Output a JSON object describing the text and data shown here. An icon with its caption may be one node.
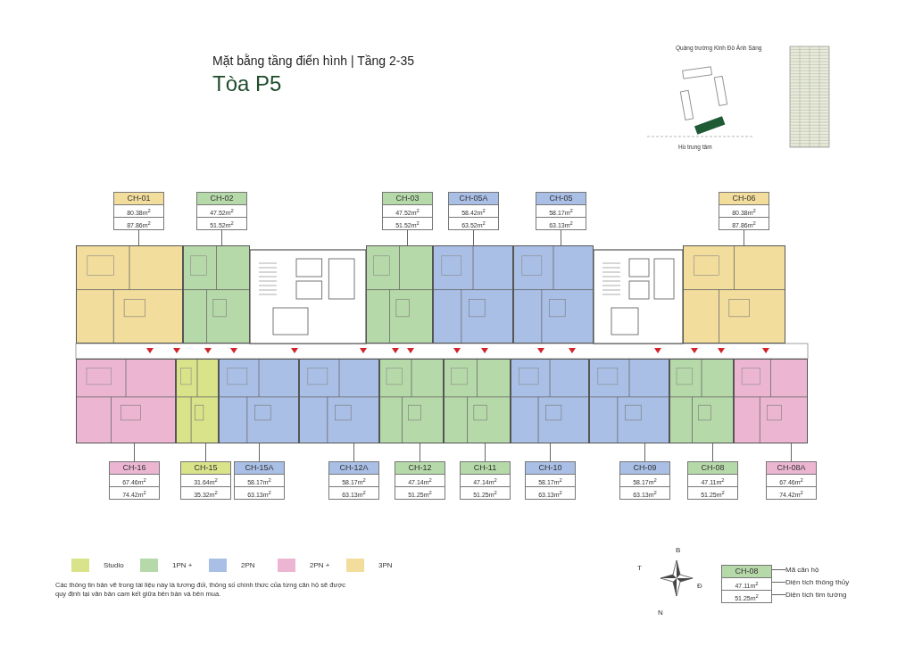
{
  "diagram": {
    "title": "Mặt bằng tầng điển hình | Tầng 2-35",
    "nodes": [
      {
        "text": [
          "CH-01",
          "80.38m$^{2}$",
          "87.86m$^{2}$"
        ]
      },
      {
        "text": [
          "CH-02",
          "47.52m$^{2}$",
          "51.52m$^{2}$"
        ]
      },
      {
        "text": [
          "CH-03",
          "47.52m$^{2}$",
          "51.52m$^{2}$"
        ]
      },
      {
        "text": [
          "CH-05A",
          "58.42m$^{2}$",
          "63.52m$^{2}$"
        ]
      },
      {
        "text": [
          "CH-05",
          "58.17m$^{2}$",
          "63.13m$^{2}$"
        ]
      },
      {
        "text": [
          "CH-06",
          "80.38m$^{2}$",
          "87.86m$^{2}$"
        ]
      },
      {
        "text": [],
        "shape": "box"
      },
      {
        "text": [],
        "shape": "box"
      },
      {
        "text": [],
        "shape": "box"
      },
      {
        "text": [],
        "shape": "box"
      },
      {
        "text": [],
        "shape": "box"
      },
      {
        "text": [],
        "shape": "box"
      },
      {
        "text": [],
        "shape": "box"
      },
      {
        "text": [],
        "shape": "box"
      },
      {
        "text": [],
        "shape": "box"
      },
      {
        "text": [],
        "shape": "box"
      },
      {
        "text": [],
        "shape": "box"
      },
      {
        "text": [],
        "shape": "box"
      },
      {
        "text": [],
        "shape": "box"
      },
      {
        "text": [],
        "shape": "box"
      },
      {
        "text": [],
        "shape": "box"
      },
      {
        "text": [],
        "shape": "box"
      },
      {
        "text": [
          "CH-16",
          "67.46m$^{2}$",
          "74.42m$^{2}$"
        ]
      },
      {
        "text": [
          "CH-15",
          "31.64m$^{2}$",
          "35.32m$^{2}$"
        ]
      },
      {
        "text": [
          "CH-15A",
          "58.17m$^{2}$",
          "63.13m$^{2}$"
        ]
      },
      {
        "text": [
          "CH-12A",
          "58.17m$^{2}$",
          "63.13m$^{2}$"
        ]
      },
      {
        "text": [
          "CH-12",
          "47.14m$^{2}$",
          "51.25m$^{2}$"
        ]
      },
      {
        "text": [
          "CH-11",
          "47.14m$^{2}$",
          "51.25m$^{2}$"
        ]
      },
      {
        "text": [
          "CH-10",
          "58.17m$^{2}$",
          "63.13m$^{2}$"
        ]
      },
      {
        "text": [
          "CH-09",
          "58.17m$^{2}$",
          "63.13m$^{2}$"
        ]
      },
      {
        "text": [
          "CH-08",
          "47.11m$^{2}$",
          "51.25m$^{2}$"
        ]
      },
      {
        "text": [
          "CH-08A",
          "67.46m$^{2}$",
          "74.42m$^{2}$"
        ]
      },
      {
        "text": [
          "CH-08",
          "47.11m$^{2}$",
          "51.25m$^{2}$"
        ]
      },
      {
        "text": [
          "Mã căn hộ"
        ]
      },
      {
        "text": [
          "Diện tích thông thủy"
        ]
      },
      {
        "text": [
          "Diện tích tim tường"
        ]
      }
    ],
    "edges": [
      {
        "from": 0,
        "to": 6,
        "arrow": "none"
      },
      {
        "from": 1,
        "to": 7,
        "arrow": "none"
      },
      {
        "from": 2,
        "to": 8,
        "arrow": "none"
      },
      {
        "from": 3,
        "to": 9,
        "arrow": "none"
      },
      {
        "from": 4,
        "to": 10,
        "arrow": "none"
      },
      {
        "from": 5,
        "to": 11,
        "arrow": "none"
      },
      {
        "from": 22,
        "to": 12,
        "arrow": "none"
      },
      {
        "from": 23,
        "to": 13,
        "arrow": "none"
      },
      {
        "from": 24,
        "to": 14,
        "arrow": "none"
      },
      {
        "from": 25,
        "to": 15,
        "arrow": "none"
      },
      {
        "from": 26,
        "to": 16,
        "arrow": "none"
      },
      {
        "from": 27,
        "to": 17,
        "arrow": "none"
      },
      {
        "from": 28,
        "to": 18,
        "arrow": "none"
      },
      {
        "from": 29,
        "to": 19,
        "arrow": "none"
      },
      {
        "from": 30,
        "to": 20,
        "arrow": "none"
      },
      {
        "from": 31,
        "to": 21,
        "arrow": "none"
      },
      {
        "from": 32,
        "to": 33,
        "arrow": "none"
      },
      {
        "from": 32,
        "to": 34,
        "arrow": "none"
      },
      {
        "from": 32,
        "to": 35,
        "arrow": "none"
      }
    ],
    "labels": [
      "Tòa P5",
      "Quảng trường Kinh Đô Ánh Sáng",
      "Hồ trung tâm",
      "B",
      "T",
      "Đ",
      "N",
      "Các thông tin bản vẽ trong tài liệu này là tương đối, thông số chính thức của từng căn hộ sẽ được quy định tại văn bản cam kết giữa bên bán và bên mua."
    ],
    "legend": [
      {
        "text": "Studio",
        "color": "#d9e38a"
      },
      {
        "text": "1PN +",
        "color": "#b6d9a9"
      },
      {
        "text": "2PN",
        "color": "#a9bfe6"
      },
      {
        "text": "2PN +",
        "color": "#ecb6d3"
      },
      {
        "text": "3PN",
        "color": "#f2dd9c"
      }
    ]
  }
}
